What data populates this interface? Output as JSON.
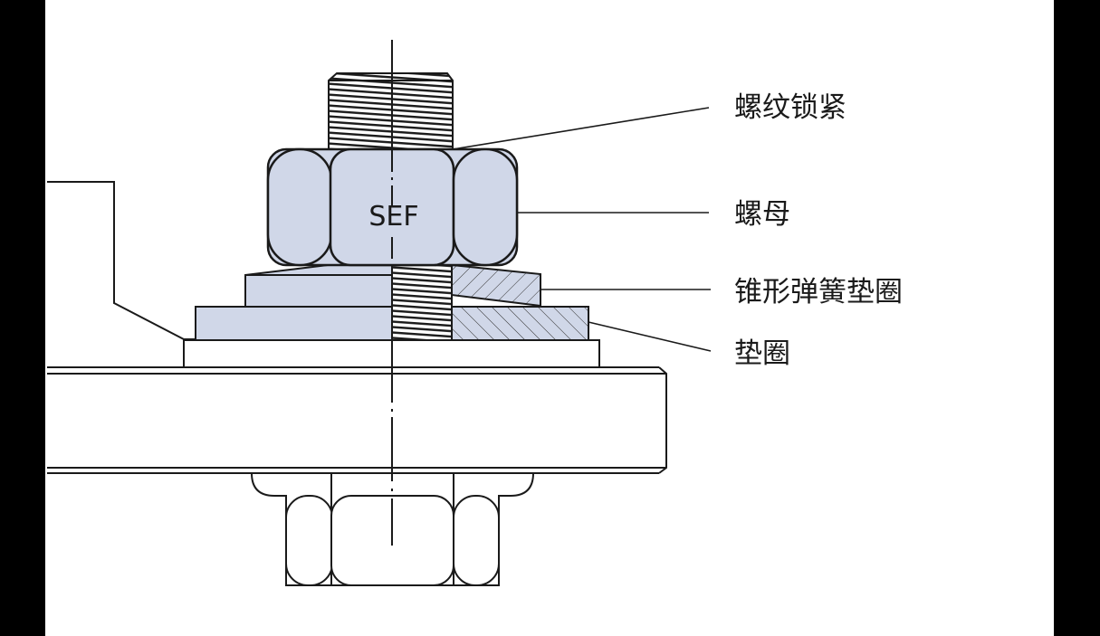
{
  "title": "Cone spring washer bolted joint cross-section",
  "nut_marking": "SEF",
  "colors": {
    "part_fill": "#d0d7e8",
    "line": "#1a1a1a",
    "frame": "#000000"
  },
  "labels": [
    {
      "id": "thread-lock",
      "text": "螺纹锁紧"
    },
    {
      "id": "nut",
      "text": "螺母"
    },
    {
      "id": "cone-spring-washer",
      "text": "锥形弹簧垫圈"
    },
    {
      "id": "washer",
      "text": "垫圈"
    }
  ]
}
